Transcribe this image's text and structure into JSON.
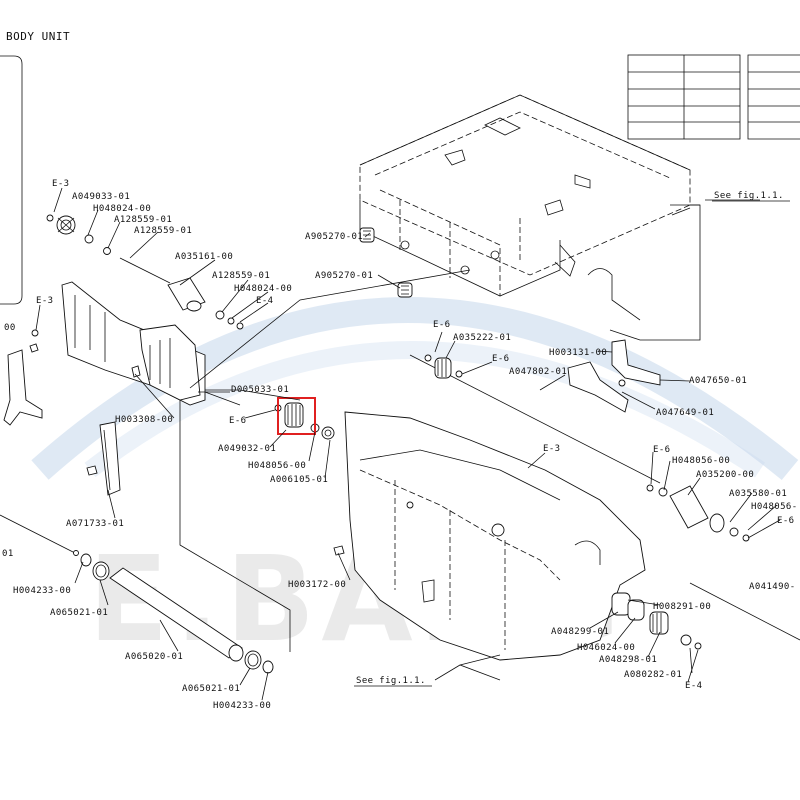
{
  "title": "BODY UNIT",
  "watermark": "E.BANG",
  "colors": {
    "highlight": "#e02020",
    "line": "#111111",
    "watermark_fill": "#d9d9d9",
    "watermark_arc": "#b9cfe6"
  },
  "labels": {
    "e3_tl": "E-3",
    "a049033": "A049033-01",
    "h048024_a": "H048024-00",
    "a128559_a": "A128559-01",
    "a128559_b": "A128559-01",
    "a035161": "A035161-00",
    "a128559_c": "A128559-01",
    "h048024_b": "H048024-00",
    "e4_a": "E-4",
    "e3_left": "E-3",
    "left_00": "00",
    "d005033": "D005033-01",
    "h003308": "H003308-00",
    "e6_a": "E-6",
    "a049032": "A049032-01",
    "h048056_a": "H048056-00",
    "a006105": "A006105-01",
    "a071733": "A071733-01",
    "left_01": "01",
    "h004233_a": "H004233-00",
    "a065021_a": "A065021-01",
    "a065020": "A065020-01",
    "a065021_b": "A065021-01",
    "h004233_b": "H004233-00",
    "a905270_a": "A905270-01",
    "a905270_b": "A905270-01",
    "see_fig_top": "See fig.1.1.",
    "e6_b": "E-6",
    "a035222": "A035222-01",
    "e6_c": "E-6",
    "h003131": "H003131-00",
    "a047802": "A047802-01",
    "a047650": "A047650-01",
    "a047649": "A047649-01",
    "e3_mid": "E-3",
    "e6_d": "E-6",
    "h048056_b": "H048056-00",
    "a035200": "A035200-00",
    "a035580": "A035580-01",
    "h048056_c": "H048056-",
    "e6_e": "E-6",
    "h003172": "H003172-00",
    "a041490": "A041490-",
    "h008291": "H008291-00",
    "a048299": "A048299-01",
    "h046024": "H046024-00",
    "a048298": "A048298-01",
    "a080282": "A080282-01",
    "e4_b": "E-4",
    "see_fig_bottom": "See fig.1.1."
  },
  "table": {
    "rows": 5,
    "cols_visible": 3
  }
}
